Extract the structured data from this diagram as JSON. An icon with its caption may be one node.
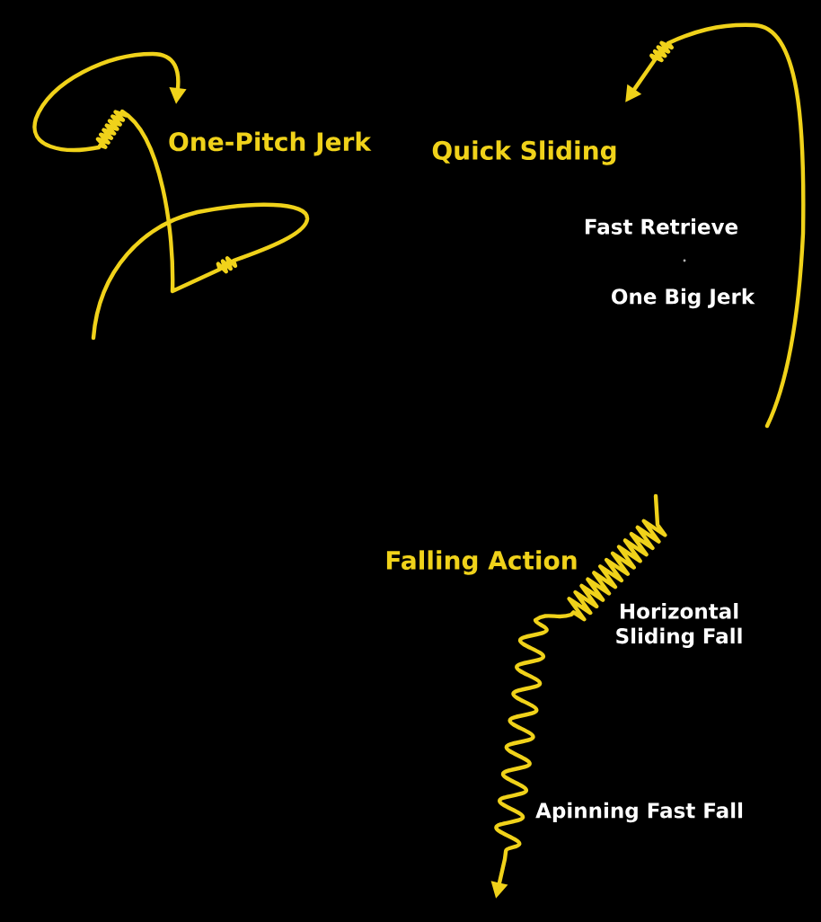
{
  "diagram": {
    "labels": [
      "One-Pitch Jerk",
      "Quick Sliding",
      "Fast Retrieve",
      "One Big Jerk",
      "Falling Action",
      "Horizontal Sliding Fall",
      "Apinning Fast Fall"
    ]
  }
}
